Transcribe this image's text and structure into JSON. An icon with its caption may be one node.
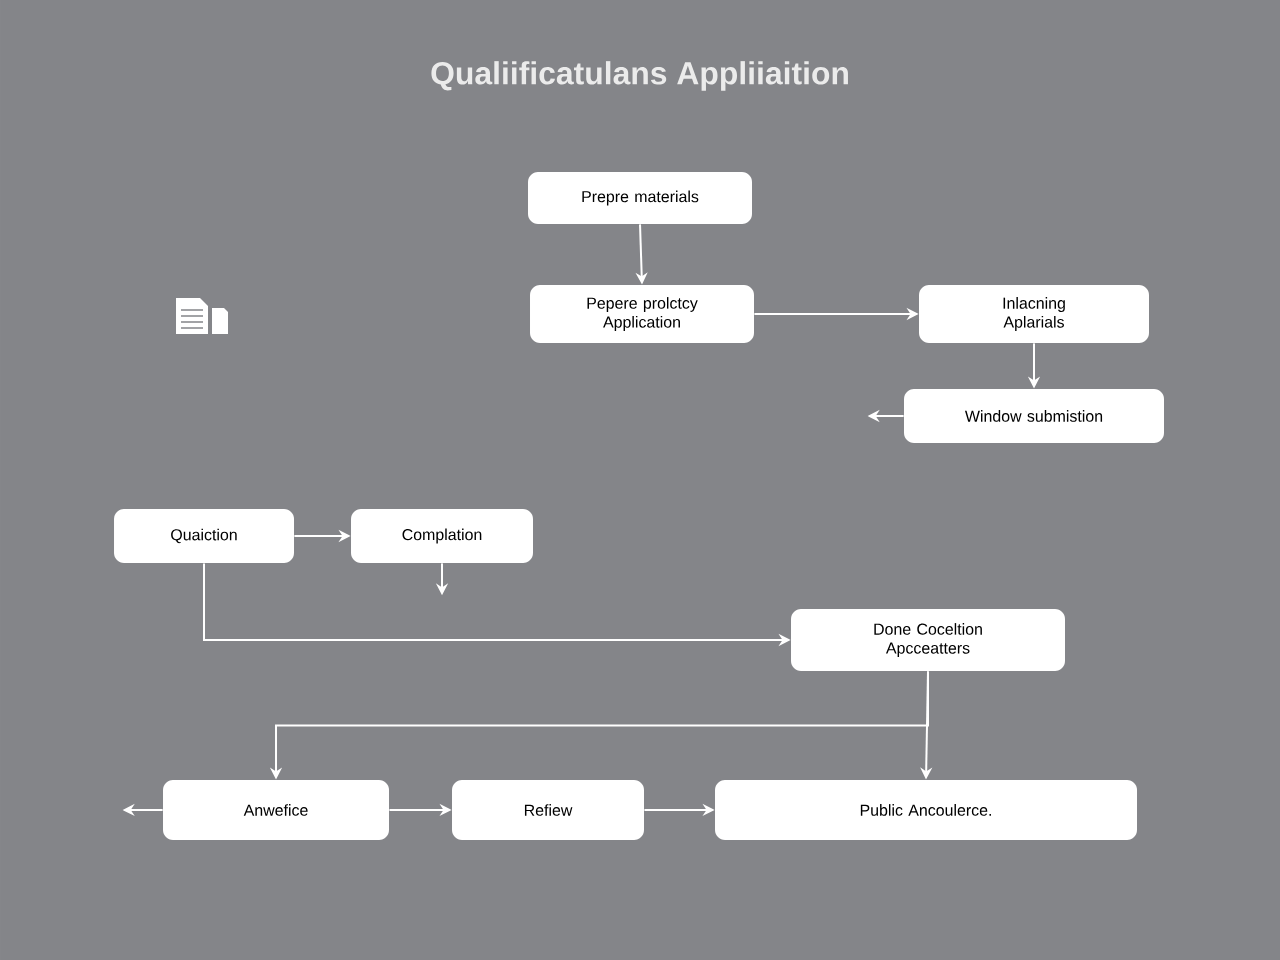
{
  "diagram": {
    "title": "Qualiificatulans Appliiaition",
    "nodes": [
      {
        "text": [
          "Prepre materials"
        ]
      },
      {
        "text": [
          "Pepere prolctcy Application"
        ]
      },
      {
        "text": [
          "Inlacning Aplarials"
        ]
      },
      {
        "text": [
          "Window submistion"
        ]
      },
      {
        "text": [
          "Quaiction"
        ]
      },
      {
        "text": [
          "Complation"
        ]
      },
      {
        "text": [
          "Done Coceltion Apcceatters"
        ]
      },
      {
        "text": [
          "Anwefice"
        ]
      },
      {
        "text": [
          "Refiew"
        ]
      },
      {
        "text": [
          "Public Ancoulerce."
        ]
      }
    ],
    "edges": [
      {
        "from": 0,
        "to": 1,
        "arrow": "to"
      },
      {
        "from": 1,
        "to": 2,
        "arrow": "to"
      },
      {
        "from": 2,
        "to": 3,
        "arrow": "to"
      },
      {
        "from": 3,
        "to": null,
        "arrow": "to"
      },
      {
        "from": 4,
        "to": 5,
        "arrow": "to"
      },
      {
        "from": 5,
        "to": null,
        "arrow": "to"
      },
      {
        "from": 4,
        "to": 6,
        "arrow": "to"
      },
      {
        "from": 6,
        "to": 9,
        "arrow": "to"
      },
      {
        "from": 6,
        "to": 7,
        "arrow": "to"
      },
      {
        "from": 7,
        "to": null,
        "arrow": "to"
      },
      {
        "from": 7,
        "to": 8,
        "arrow": "to"
      },
      {
        "from": 8,
        "to": 9,
        "arrow": "to"
      }
    ]
  }
}
